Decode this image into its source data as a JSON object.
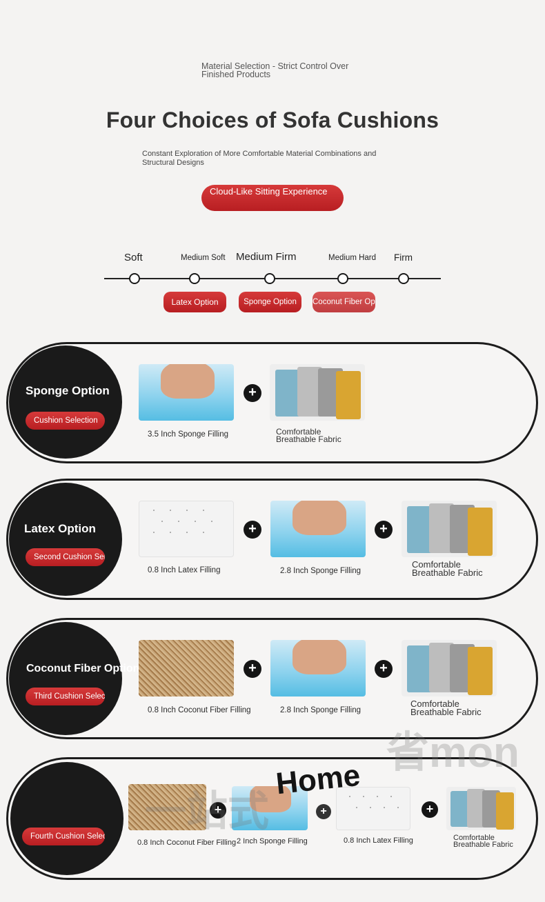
{
  "header": {
    "eyebrow": "Material Selection - Strict Control Over Finished Products",
    "title": "Four Choices of Sofa Cushions",
    "subtitle": "Constant Exploration of More Comfortable Material Combinations and Structural Designs",
    "hero_pill": "Cloud-Like Sitting Experience"
  },
  "firmness_scale": {
    "levels": [
      "Soft",
      "Medium Soft",
      "Medium Firm",
      "Medium Hard",
      "Firm"
    ],
    "tags": [
      "Latex Option",
      "Sponge Option",
      "Coconut Fiber Option"
    ]
  },
  "options": [
    {
      "title": "Sponge Option",
      "pill": "Cushion Selection",
      "layers": [
        "3.5 Inch Sponge Filling",
        "Comfortable Breathable Fabric"
      ]
    },
    {
      "title": "Latex Option",
      "pill": "Second Cushion Selection",
      "layers": [
        "0.8 Inch Latex Filling",
        "2.8 Inch Sponge Filling",
        "Comfortable Breathable Fabric"
      ]
    },
    {
      "title": "Coconut Fiber Option",
      "pill": "Third Cushion Selection",
      "layers": [
        "0.8 Inch Coconut Fiber Filling",
        "2.8 Inch Sponge Filling",
        "Comfortable Breathable Fabric"
      ]
    },
    {
      "title": "",
      "pill": "Fourth Cushion Selection",
      "layers": [
        "0.8 Inch Coconut Fiber Filling",
        "2 Inch Sponge Filling",
        "0.8 Inch Latex Filling",
        "Comfortable Breathable Fabric"
      ]
    }
  ],
  "watermark": {
    "cjk_left": "一站式",
    "cjk_right": "省mon",
    "home": "Home"
  },
  "colors": {
    "accent_red": "#c8282c",
    "badge_black": "#1a1a1a"
  }
}
